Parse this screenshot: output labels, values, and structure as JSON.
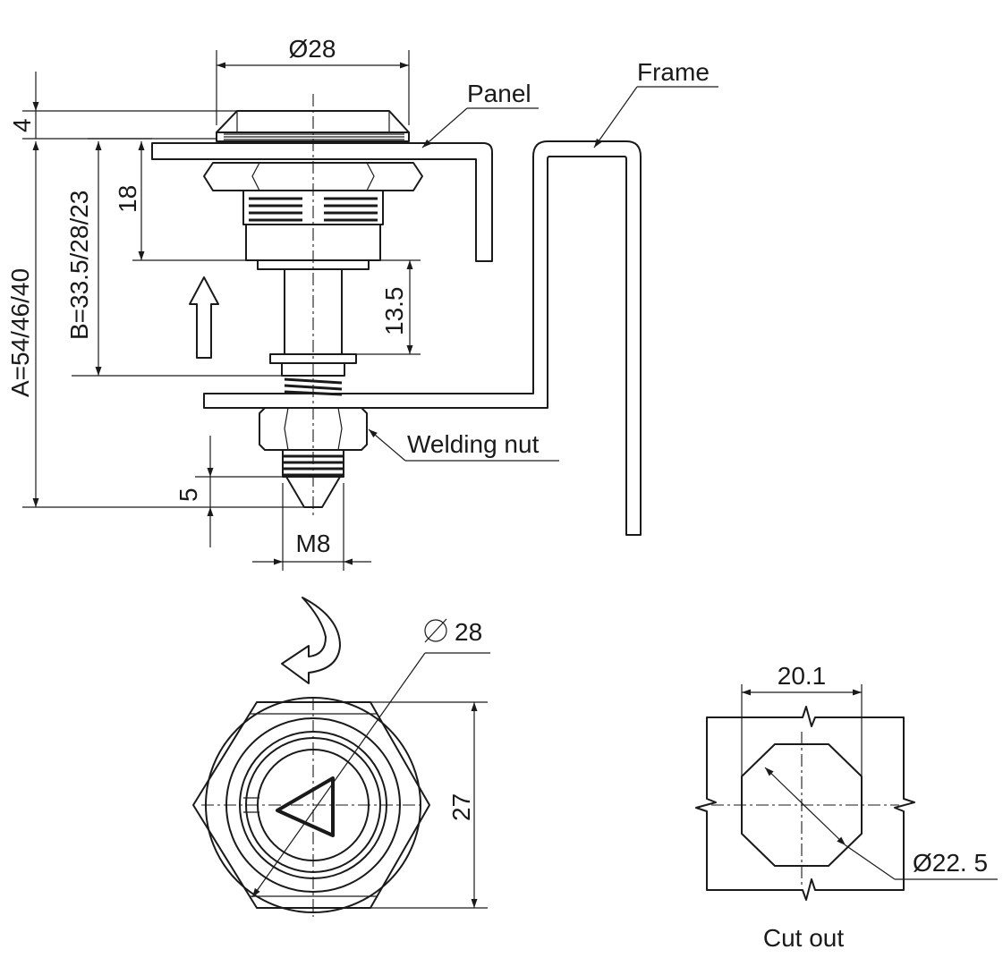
{
  "top_view": {
    "dim_head_diameter": "Ø28",
    "dim_head_height": "4",
    "dim_18": "18",
    "dim_13_5": "13.5",
    "dim_B": "B=33.5/28/23",
    "dim_A": "A=54/46/40",
    "dim_5": "5",
    "dim_M8": "M8",
    "label_panel": "Panel",
    "label_frame": "Frame",
    "label_welding_nut": "Welding nut"
  },
  "front_view": {
    "dim_diameter": "28",
    "dim_27": "27"
  },
  "cut_out": {
    "dim_width": "20.1",
    "dim_diameter": "Ø22. 5",
    "caption": "Cut out"
  }
}
